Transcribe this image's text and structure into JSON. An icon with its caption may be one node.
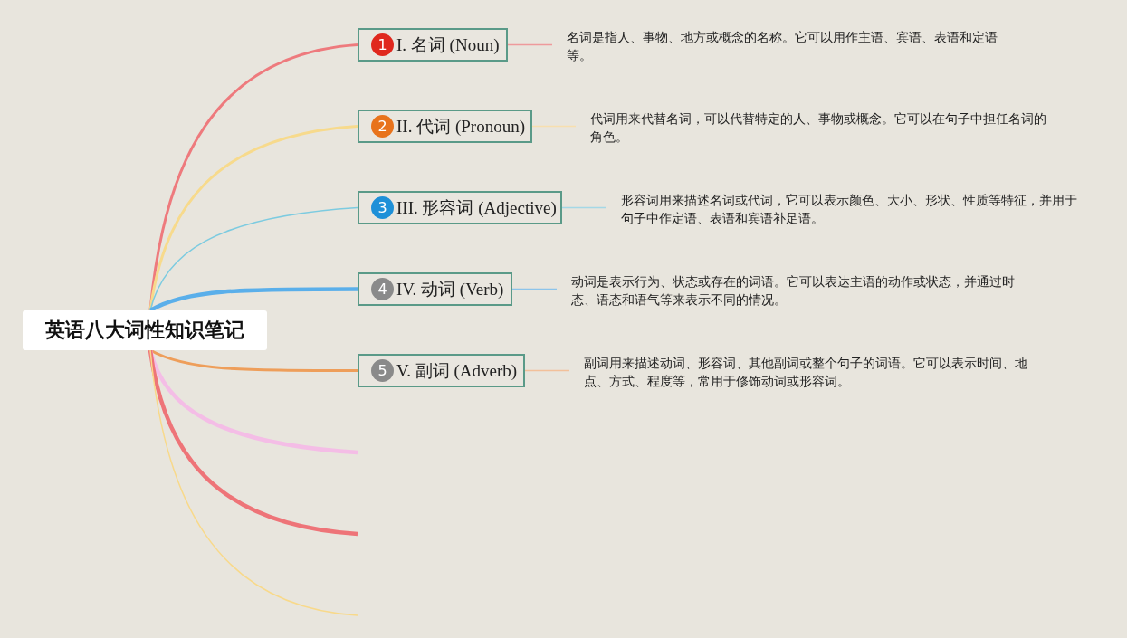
{
  "diagram": {
    "nodes": [
      {
        "text": [
          "英语八大词性知识笔记"
        ]
      },
      {
        "text": [
          "1",
          "I. 名词 (Noun)"
        ]
      },
      {
        "text": [
          "2",
          "II. 代词 (Pronoun)"
        ]
      },
      {
        "text": [
          "3",
          "III. 形容词 (Adjective)"
        ]
      },
      {
        "text": [
          "4",
          "IV. 动词 (Verb)"
        ]
      },
      {
        "text": [
          "5",
          "V. 副词 (Adverb)"
        ]
      },
      {
        "text": [
          "名词是指人、事物、地方或概念的名称。它可以用作主语、宾语、表语和定语等。"
        ]
      },
      {
        "text": [
          "代词用来代替名词，可以代替特定的人、事物或概念。它可以在句子中担任名词的角色。"
        ]
      },
      {
        "text": [
          "形容词用来描述名词或代词，它可以表示颜色、大小、形状、性质等特征，并用于句子中作定语、表语和宾语补足语。"
        ]
      },
      {
        "text": [
          "动词是表示行为、状态或存在的词语。它可以表达主语的动作或状态，并通过时态、语态和语气等来表示不同的情况。"
        ]
      },
      {
        "text": [
          "副词用来描述动词、形容词、其他副词或整个句子的词语。它可以表示时间、地点、方式、程度等，常用于修饰动词或形容词。"
        ]
      }
    ],
    "edges": [
      {
        "from": 0,
        "to": 1,
        "arrow": "none",
        "color": "#ee7a7d"
      },
      {
        "from": 0,
        "to": 2,
        "arrow": "none",
        "color": "#f7da8c"
      },
      {
        "from": 0,
        "to": 3,
        "arrow": "none",
        "color": "#7ccbe0"
      },
      {
        "from": 0,
        "to": 4,
        "arrow": "none",
        "style": "thick",
        "color": "#5aafea"
      },
      {
        "from": 0,
        "to": 5,
        "arrow": "none",
        "color": "#ee9e5a"
      },
      {
        "from": 0,
        "to": null,
        "arrow": "none",
        "style": "thick",
        "color": "#f4bde6"
      },
      {
        "from": 0,
        "to": null,
        "arrow": "none",
        "style": "thick",
        "color": "#ee7478"
      },
      {
        "from": 0,
        "to": null,
        "arrow": "none",
        "color": "#f8d98a"
      },
      {
        "from": 1,
        "to": 6,
        "arrow": "none",
        "color": "#ee9a9c"
      },
      {
        "from": 2,
        "to": 7,
        "arrow": "none",
        "color": "#f7dfae"
      },
      {
        "from": 3,
        "to": 8,
        "arrow": "none",
        "color": "#a4d8e6"
      },
      {
        "from": 4,
        "to": 9,
        "arrow": "none",
        "color": "#8cc4ea"
      },
      {
        "from": 5,
        "to": 10,
        "arrow": "none",
        "color": "#f2c09a"
      }
    ]
  }
}
